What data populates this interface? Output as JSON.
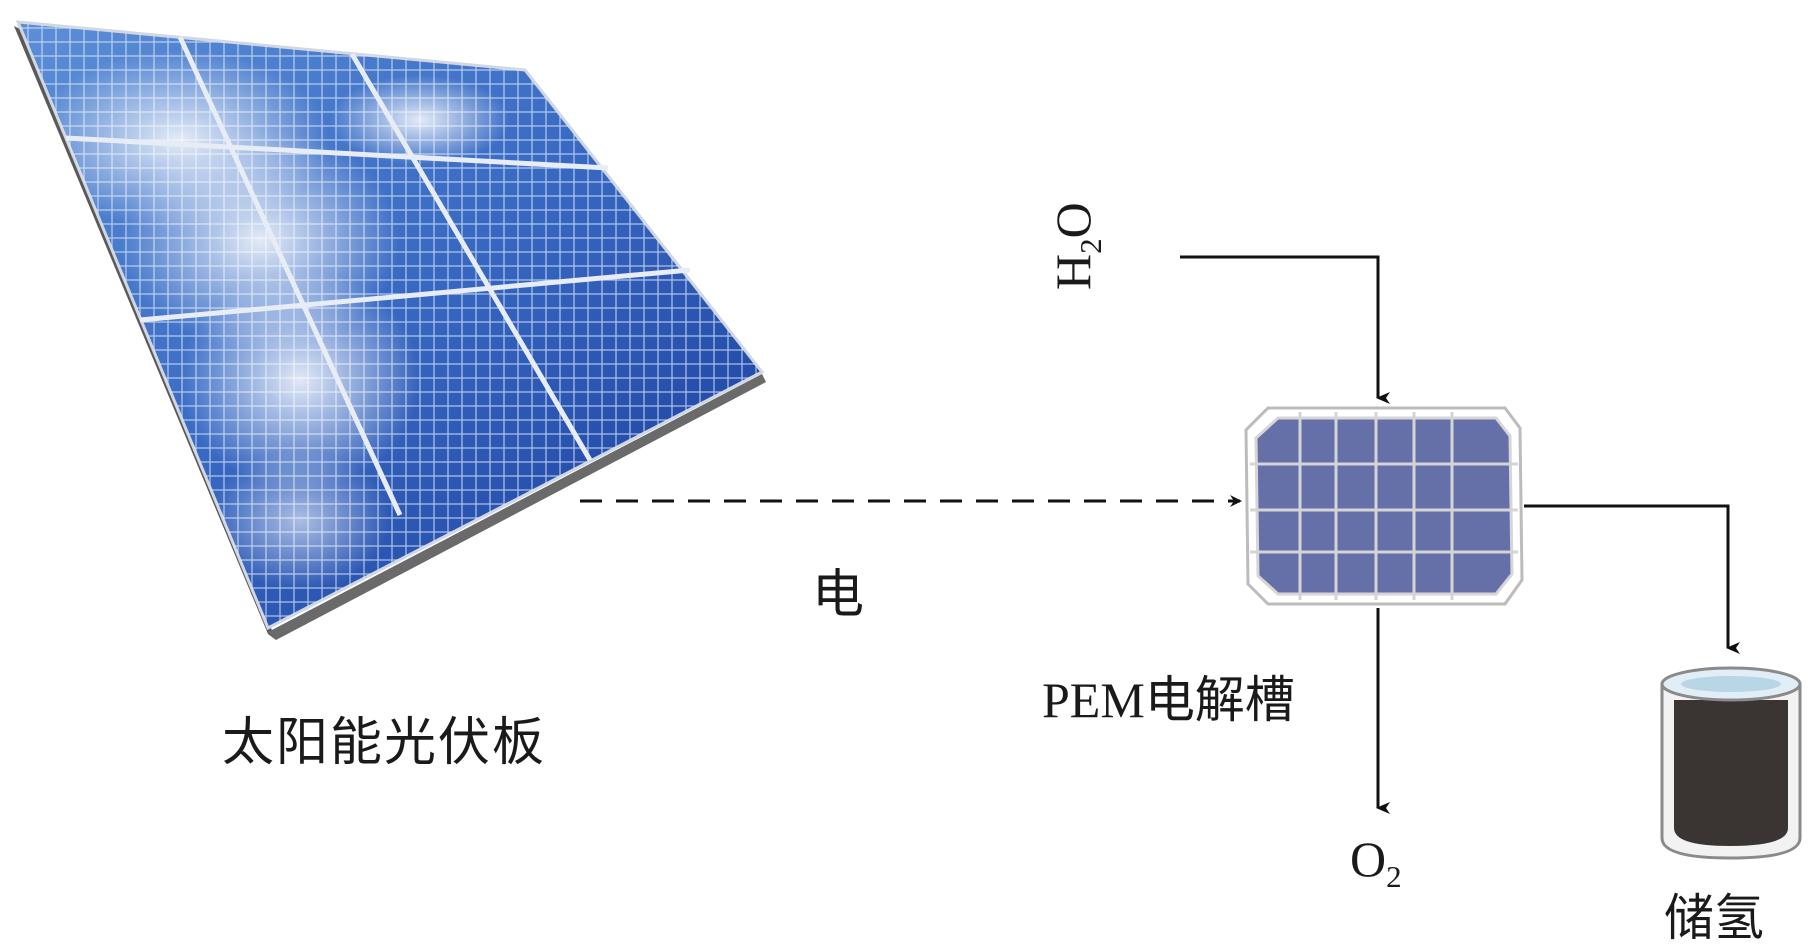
{
  "labels": {
    "solar_panel": "太阳能光伏板",
    "electricity": "电",
    "water_main": "H",
    "water_sub": "2",
    "water_tail": "O",
    "electrolyzer_latin": "PEM",
    "electrolyzer_cjk": "电解槽",
    "oxygen_main": "O",
    "oxygen_sub": "2",
    "storage": "储氢"
  },
  "colors": {
    "panel_dark": "#1c3f9a",
    "panel_light": "#4f86d8",
    "cell_fill": "#6670a8",
    "cell_frame": "#c9c9c9",
    "tank_body": "#3a3433",
    "line": "#111111"
  },
  "icons": {
    "solar_panel": "solar-panel-icon",
    "electrolyzer": "electrolyzer-icon",
    "storage_tank": "storage-tank-icon"
  }
}
